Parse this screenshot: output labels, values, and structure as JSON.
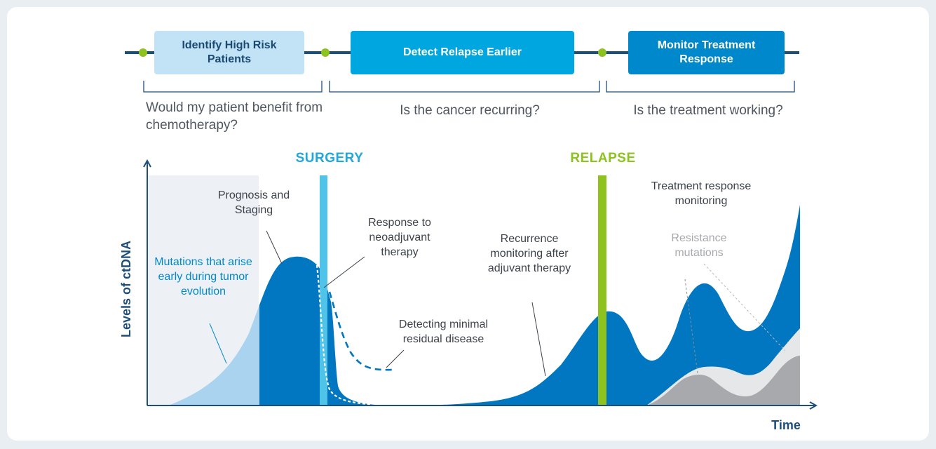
{
  "stages": [
    {
      "label": "Identify High Risk Patients",
      "question": "Would my patient benefit from chemotherapy?"
    },
    {
      "label": "Detect Relapse Earlier",
      "question": "Is the cancer recurring?"
    },
    {
      "label": "Monitor Treatment Response",
      "question": "Is the treatment working?"
    }
  ],
  "events": {
    "surgery": "SURGERY",
    "relapse": "RELAPSE"
  },
  "axes": {
    "y_label": "Levels of ctDNA",
    "x_label": "Time"
  },
  "annotations": {
    "mutations": "Mutations that arise early during tumor evolution",
    "prognosis": "Prognosis and Staging",
    "neoadjuvant": "Response to neoadjuvant therapy",
    "minimal_residual": "Detecting minimal residual disease",
    "recurrence": "Recurrence monitoring after adjuvant therapy",
    "treatment_response": "Treatment response monitoring",
    "resistance": "Resistance mutations"
  },
  "colors": {
    "stage_light": "#c2e2f5",
    "stage_mid": "#00a6df",
    "stage_dark": "#0088cc",
    "curve_blue": "#0077c0",
    "early_light": "#a9d3ee",
    "shade": "#edf1f5",
    "surgery": "#4fc3e8",
    "relapse": "#8dc21f",
    "resistance_grey": "#a7a9ac",
    "resistance_light": "#e6e7e8",
    "axis": "#1f4e79",
    "timeline_node": "#8dc21f"
  }
}
